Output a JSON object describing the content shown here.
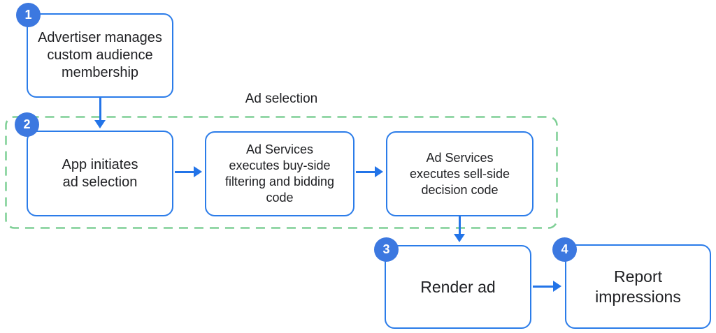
{
  "diagram": {
    "colors": {
      "box_border_blue": "#2b7ce9",
      "arrow_blue": "#2374e8",
      "badge_blue": "#3c78e0",
      "group_dashed_green": "#7ecf95",
      "text": "#202124"
    },
    "group": {
      "label": "Ad selection"
    },
    "steps": [
      {
        "badge": "1",
        "label": "Advertiser manages\ncustom audience\nmembership"
      },
      {
        "badge": "2",
        "label": "App initiates\nad selection"
      },
      {
        "badge": "3",
        "label": "Render ad"
      },
      {
        "badge": "4",
        "label": "Report\nimpressions"
      }
    ],
    "process_boxes": [
      {
        "label": "Ad Services\nexecutes buy-side\nfiltering and bidding\ncode"
      },
      {
        "label": "Ad Services\nexecutes sell-side\ndecision code"
      }
    ]
  }
}
